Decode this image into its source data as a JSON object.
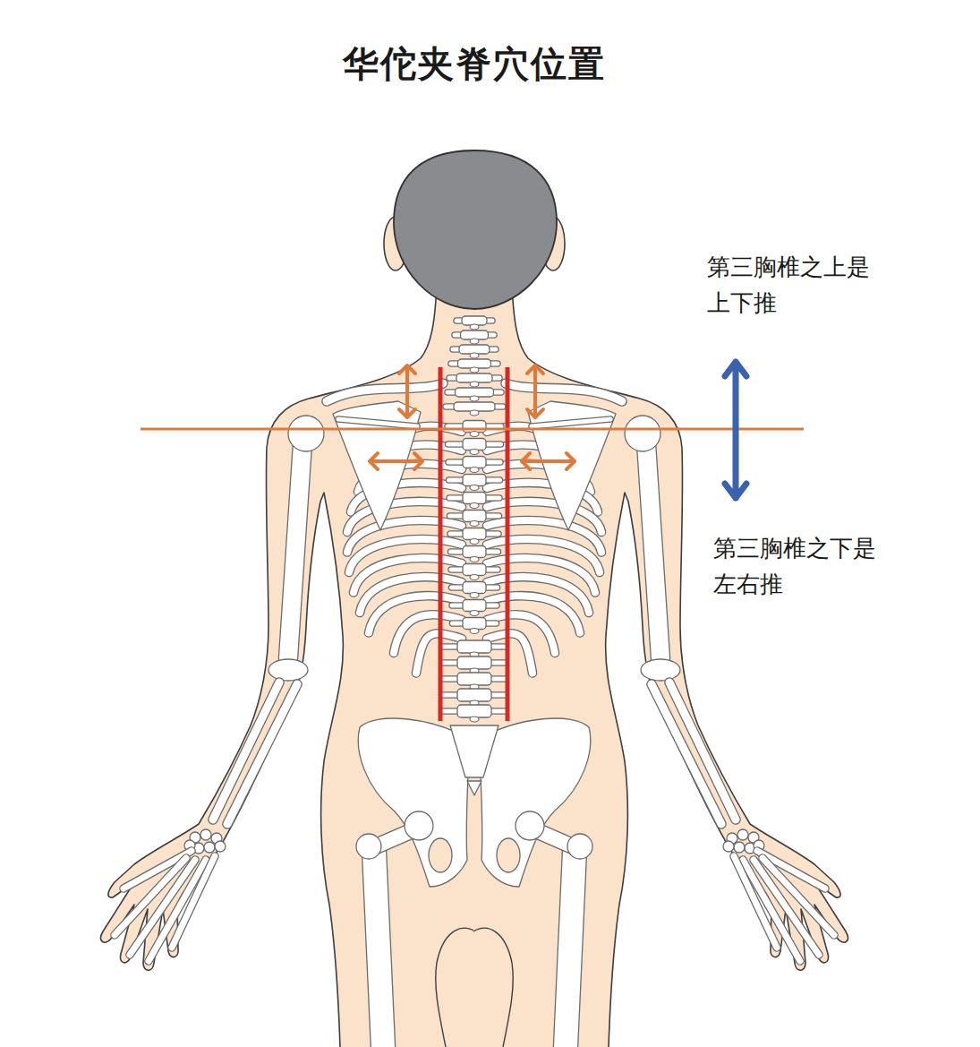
{
  "diagram": {
    "title": "华佗夹脊穴位置",
    "labels": [
      "第三胸椎之上是 上下推",
      "第三胸椎之下是 左右推"
    ]
  }
}
